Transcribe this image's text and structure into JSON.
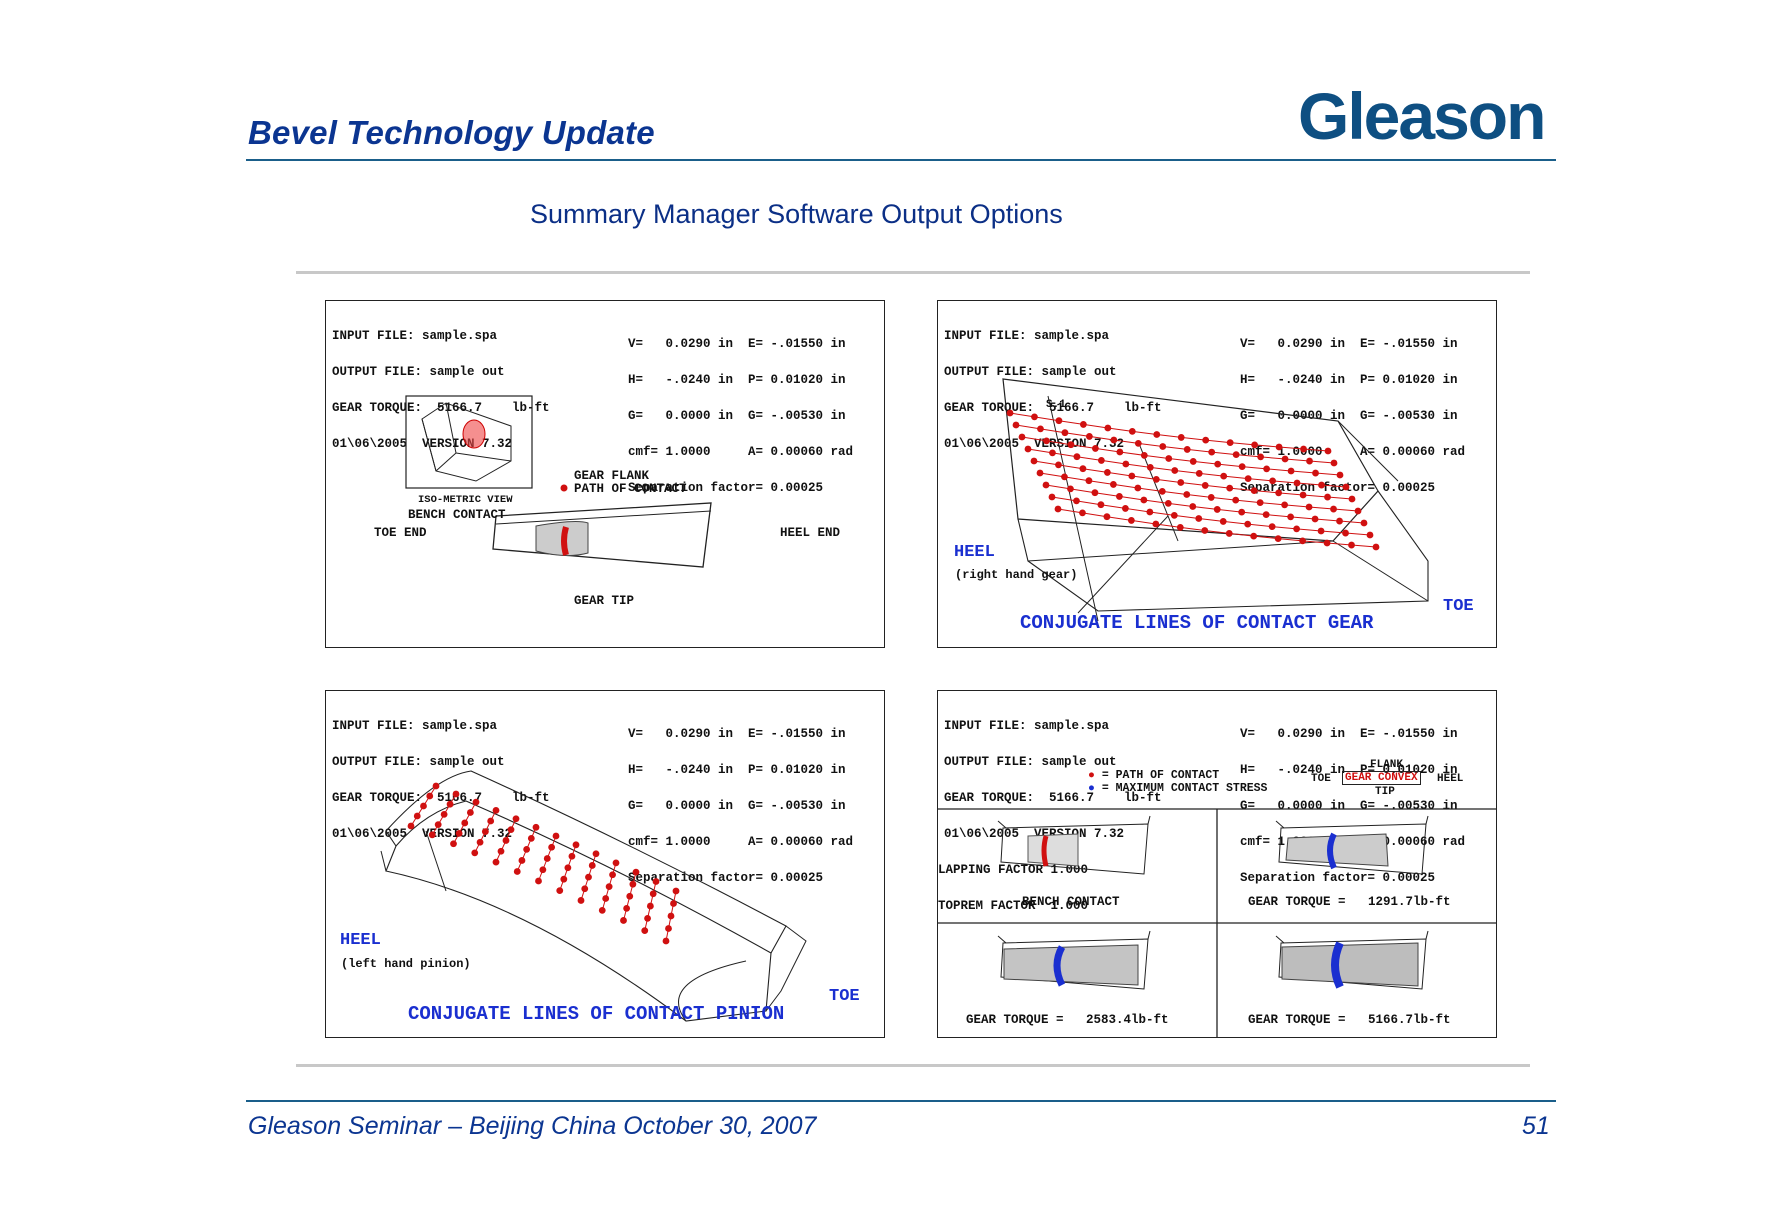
{
  "header": {
    "title": "Bevel Technology Update",
    "logo_text": "Gleason",
    "subtitle": "Summary Manager Software Output Options"
  },
  "footer": {
    "text": "Gleason Seminar – Beijing China  October 30, 2007",
    "page": "51"
  },
  "common": {
    "info_lines": [
      "INPUT FILE: sample.spa",
      "OUTPUT FILE: sample out",
      "GEAR TORQUE:  5166.7    lb-ft",
      "01\\06\\2005  VERSION 7.32"
    ],
    "params_lines": [
      "V=   0.0290 in  E= -.01550 in",
      "H=   -.0240 in  P= 0.01020 in",
      "G=   0.0000 in  G= -.00530 in",
      "cmf= 1.0000     A= 0.00060 rad",
      "Separation factor= 0.00025"
    ]
  },
  "panel1": {
    "iso_label": "ISO-METRIC VIEW",
    "bench_label": "BENCH CONTACT",
    "toe_label": "TOE END",
    "heel_label": "HEEL END",
    "flank_label": "GEAR FLANK",
    "path_label": "PATH OF CONTACT",
    "tip_label": "GEAR TIP"
  },
  "panel2": {
    "heel_label": "HEEL",
    "hand_label": "(right hand gear)",
    "title": "CONJUGATE LINES OF CONTACT GEAR",
    "toe_label": "TOE",
    "point_label": "S.1"
  },
  "panel3": {
    "heel_label": "HEEL",
    "hand_label": "(left hand pinion)",
    "title": "CONJUGATE LINES OF CONTACT PINION",
    "toe_label": "TOE"
  },
  "panel4": {
    "lapping": "LAPPING FACTOR 1.000",
    "toprem": "TOPREM FACTOR  1.000",
    "legend_path": "= PATH OF CONTACT",
    "legend_stress": "= MAXIMUM CONTACT STRESS",
    "flank": "FLANK",
    "toe": "TOE",
    "convex": "GEAR CONVEX",
    "heel": "HEEL",
    "tip": "TIP",
    "cells": [
      "BENCH CONTACT",
      "GEAR TORQUE =   1291.7lb-ft",
      "GEAR TORQUE =   2583.4lb-ft",
      "GEAR TORQUE =   5166.7lb-ft"
    ]
  },
  "colors": {
    "title_blue": "#0b3591",
    "logo_blue": "#0e4f82",
    "contact_red": "#d01010",
    "stress_blue": "#1a2fd0"
  }
}
